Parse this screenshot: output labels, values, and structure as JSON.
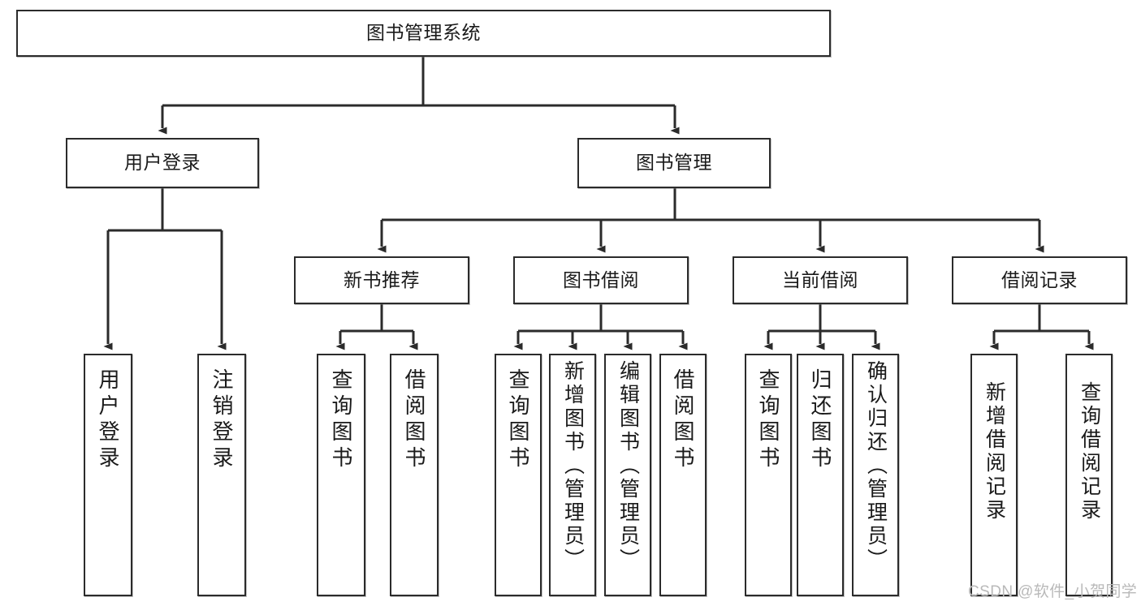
{
  "diagram": {
    "title": "图书管理系统",
    "type": "tree-hierarchy-diagram",
    "style": {
      "border_color": "#2b2b2b",
      "fill_color": "#ffffff",
      "text_color": "#1a1a1a",
      "edge_color": "#2b2b2b",
      "background": "#ffffff"
    },
    "root": {
      "id": "root",
      "label": "图书管理系统"
    },
    "level2": [
      {
        "id": "user-login",
        "label": "用户登录"
      },
      {
        "id": "book-manage",
        "label": "图书管理"
      }
    ],
    "level3": [
      {
        "id": "new-book-recommend",
        "label": "新书推荐"
      },
      {
        "id": "book-borrow",
        "label": "图书借阅"
      },
      {
        "id": "current-borrow",
        "label": "当前借阅"
      },
      {
        "id": "borrow-record",
        "label": "借阅记录"
      }
    ],
    "leaves": {
      "user_login": [
        {
          "id": "leaf-user-login",
          "label": "用户登录"
        },
        {
          "id": "leaf-logout-login",
          "label": "注销登录"
        }
      ],
      "new_book_recommend": [
        {
          "id": "leaf-query-book-1",
          "label": "查询图书"
        },
        {
          "id": "leaf-borrow-book-1",
          "label": "借阅图书"
        }
      ],
      "book_borrow": [
        {
          "id": "leaf-query-book-2",
          "label": "查询图书"
        },
        {
          "id": "leaf-add-book-admin",
          "label": "新增图书（管理员）"
        },
        {
          "id": "leaf-edit-book-admin",
          "label": "编辑图书（管理员）"
        },
        {
          "id": "leaf-borrow-book-2",
          "label": "借阅图书"
        }
      ],
      "current_borrow": [
        {
          "id": "leaf-query-book-3",
          "label": "查询图书"
        },
        {
          "id": "leaf-return-book",
          "label": "归还图书"
        },
        {
          "id": "leaf-confirm-return-admin",
          "label": "确认归还（管理员）"
        }
      ],
      "borrow_record": [
        {
          "id": "leaf-add-borrow-record",
          "label": "新增借阅记录"
        },
        {
          "id": "leaf-query-borrow-record",
          "label": "查询借阅记录"
        }
      ]
    }
  },
  "watermark": {
    "text": "CSDN @软件_小贺同学"
  }
}
